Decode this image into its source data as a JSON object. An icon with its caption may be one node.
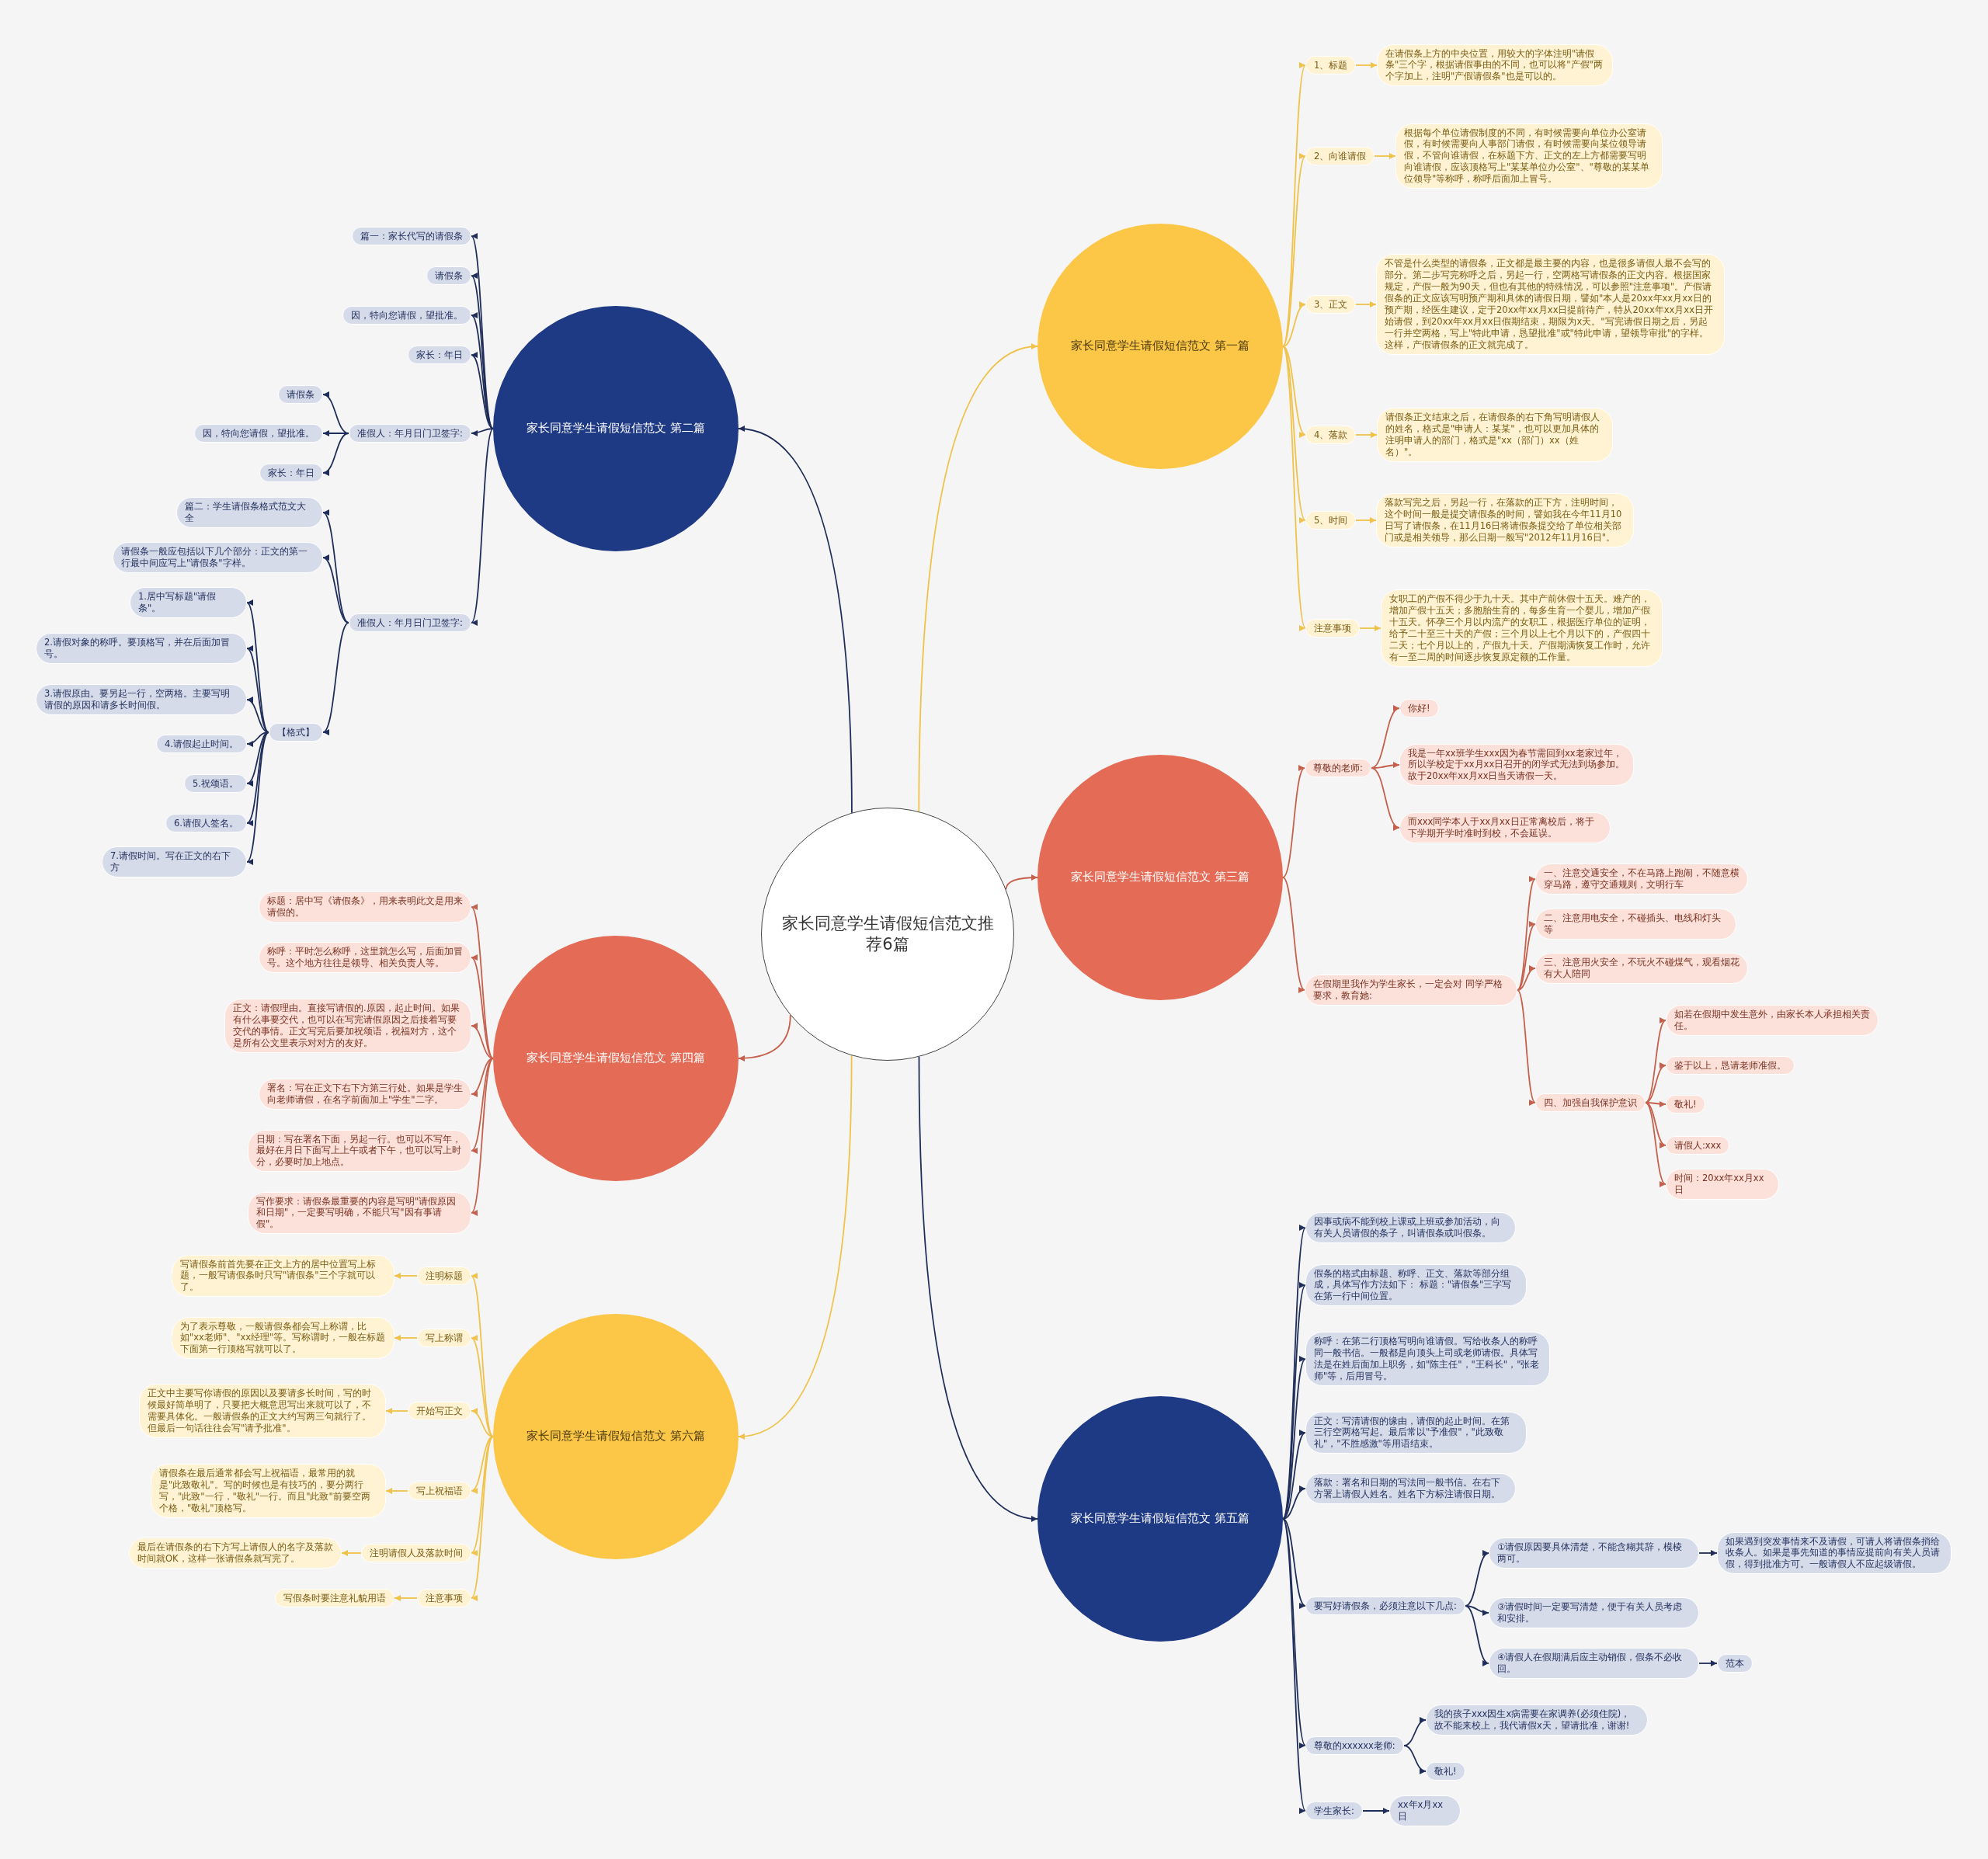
{
  "diagram": {
    "nodes": [
      {
        "text": [
          "家长同意学生请假短信范文推荐6篇"
        ]
      },
      {
        "text": [
          "家长同意学生请假短信范文 第一篇"
        ]
      },
      {
        "text": [
          "1、标题"
        ]
      },
      {
        "text": [
          "在请假条上方的中央位置，用较大的字体注明\"请假条\"三个字，根据请假事由的不同，也可以将\"产假\"两个字加上，注明\"产假请假条\"也是可以的。"
        ]
      },
      {
        "text": [
          "2、向谁请假"
        ]
      },
      {
        "text": [
          "根据每个单位请假制度的不同，有时候需要向单位办公室请假，有时候需要向人事部门请假，有时候需要向某位领导请假，不管向谁请假，在标题下方、正文的左上方都需要写明向谁请假，应该顶格写上\"某某单位办公室\"、\"尊敬的某某单位领导\"等称呼，称呼后面加上冒号。"
        ]
      },
      {
        "text": [
          "3、正文"
        ]
      },
      {
        "text": [
          "不管是什么类型的请假条，正文都是最主要的内容，也是很多请假人最不会写的部分。第二步写完称呼之后，另起一行，空两格写请假条的正文内容。根据国家规定，产假一般为90天，但也有其他的特殊情况，可以参照\"注意事项\"。产假请假条的正文应该写明预产期和具体的请假日期，譬如\"本人是20xx年xx月xx日的预产期，经医生建议，定于20xx年xx月xx日提前待产，特从20xx年xx月xx日开始请假，到20xx年xx月xx日假期结束，期限为x天。\"写完请假日期之后，另起一行并空两格，写上\"特此申请，恳望批准\"或\"特此申请，望领导审批\"的字样。这样，产假请假条的正文就完成了。"
        ]
      },
      {
        "text": [
          "4、落款"
        ]
      },
      {
        "text": [
          "请假条正文结束之后，在请假条的右下角写明请假人的姓名，格式是\"申请人：某某\"，也可以更加具体的注明申请人的部门，格式是\"xx（部门）xx（姓名）\"。"
        ]
      },
      {
        "text": [
          "5、时间"
        ]
      },
      {
        "text": [
          "落款写完之后，另起一行，在落款的正下方，注明时间，这个时间一般是提交请假条的时间，譬如我在今年11月10日写了请假条，在11月16日将请假条提交给了单位相关部门或是相关领导，那么日期一般写\"2012年11月16日\"。"
        ]
      },
      {
        "text": [
          "注意事项"
        ]
      },
      {
        "text": [
          "女职工的产假不得少于九十天。其中产前休假十五天。难产的，增加产假十五天；多胞胎生育的，每多生育一个婴儿，增加产假十五天。怀孕三个月以内流产的女职工，根据医疗单位的证明，给予二十至三十天的产假；三个月以上七个月以下的，产假四十二天；七个月以上的，产假九十天。产假期满恢复工作时，允许有一至二周的时间逐步恢复原定额的工作量。"
        ]
      },
      {
        "text": [
          "家长同意学生请假短信范文 第二篇"
        ]
      },
      {
        "text": [
          "篇一：家长代写的请假条"
        ]
      },
      {
        "text": [
          "请假条"
        ]
      },
      {
        "text": [
          "因，特向您请假，望批准。"
        ]
      },
      {
        "text": [
          "家长：年日"
        ]
      },
      {
        "text": [
          "准假人：年月日门卫签字:"
        ]
      },
      {
        "text": [
          "请假条"
        ]
      },
      {
        "text": [
          "因，特向您请假，望批准。"
        ]
      },
      {
        "text": [
          "家长：年日"
        ]
      },
      {
        "text": [
          "准假人：年月日门卫签字:"
        ]
      },
      {
        "text": [
          "篇二：学生请假条格式范文大全"
        ]
      },
      {
        "text": [
          "请假条一般应包括以下几个部分：正文的第一行最中间应写上\"请假条\"字样。"
        ]
      },
      {
        "text": [
          "【格式】"
        ]
      },
      {
        "text": [
          "1.居中写标题\"请假条\"。"
        ]
      },
      {
        "text": [
          "2.请假对象的称呼。要顶格写，并在后面加冒号。"
        ]
      },
      {
        "text": [
          "3.请假原由。要另起一行，空两格。主要写明请假的原因和请多长时间假。"
        ]
      },
      {
        "text": [
          "4.请假起止时间。"
        ]
      },
      {
        "text": [
          "5.祝颂语。"
        ]
      },
      {
        "text": [
          "6.请假人签名。"
        ]
      },
      {
        "text": [
          "7.请假时间。写在正文的右下方"
        ]
      },
      {
        "text": [
          "家长同意学生请假短信范文 第三篇"
        ]
      },
      {
        "text": [
          "尊敬的老师:"
        ]
      },
      {
        "text": [
          "你好!"
        ]
      },
      {
        "text": [
          "我是一年xx班学生xxx因为春节需回到xx老家过年，所以学校定于xx月xx日召开的闭学式无法到场参加。故于20xx年xx月xx日当天请假一天。"
        ]
      },
      {
        "text": [
          "而xxx同学本人于xx月xx日正常离校后，将于下学期开学时准时到校，不会延误。"
        ]
      },
      {
        "text": [
          "在假期里我作为学生家长，一定会对 同学严格要求，教育她:"
        ]
      },
      {
        "text": [
          "一、注意交通安全，不在马路上跑闹，不随意横穿马路，遵守交通规则，文明行车"
        ]
      },
      {
        "text": [
          "二、注意用电安全，不碰插头、电线和灯头等"
        ]
      },
      {
        "text": [
          "三、注意用火安全，不玩火不碰煤气，观看烟花有大人陪同"
        ]
      },
      {
        "text": [
          "四、加强自我保护意识"
        ]
      },
      {
        "text": [
          "如若在假期中发生意外，由家长本人承担相关责任。"
        ]
      },
      {
        "text": [
          "鉴于以上，恳请老师准假。"
        ]
      },
      {
        "text": [
          "敬礼!"
        ]
      },
      {
        "text": [
          "请假人:xxx"
        ]
      },
      {
        "text": [
          "时间：20xx年xx月xx日"
        ]
      },
      {
        "text": [
          "家长同意学生请假短信范文 第四篇"
        ]
      },
      {
        "text": [
          "标题：居中写《请假条》，用来表明此文是用来请假的。"
        ]
      },
      {
        "text": [
          "称呼：平时怎么称呼，这里就怎么写，后面加冒号。这个地方往往是领导、相关负责人等。"
        ]
      },
      {
        "text": [
          "正文：请假理由。直接写请假的.原因，起止时间。如果有什么事要交代，也可以在写完请假原因之后接着写要交代的事情。正文写完后要加祝颂语，祝福对方，这个是所有公文里表示对对方的友好。"
        ]
      },
      {
        "text": [
          "署名：写在正文下右下方第三行处。如果是学生向老师请假，在名字前面加上\"学生\"二字。"
        ]
      },
      {
        "text": [
          "日期：写在署名下面，另起一行。也可以不写年，最好在月日下面写上上午或者下午，也可以写上时分，必要时加上地点。"
        ]
      },
      {
        "text": [
          "写作要求：请假条最重要的内容是写明\"请假原因和日期\"，一定要写明确，不能只写\"因有事请假\"。"
        ]
      },
      {
        "text": [
          "家长同意学生请假短信范文 第五篇"
        ]
      },
      {
        "text": [
          "因事或病不能到校上课或上班或参加活动，向有关人员请假的条子，叫请假条或叫假条。"
        ]
      },
      {
        "text": [
          "假条的格式由标题、称呼、正文、落款等部分组成，具体写作方法如下： 标题：\"请假条\"三字写在第一行中间位置。"
        ]
      },
      {
        "text": [
          "称呼：在第二行顶格写明向谁请假。写给收条人的称呼同一般书信。一般都是向顶头上司或老师请假。具体写法是在姓后面加上职务，如\"陈主任\"，\"王科长\"，\"张老师\"等，后用冒号。"
        ]
      },
      {
        "text": [
          "正文：写清请假的缘由，请假的起止时间。在第三行空两格写起。最后常以\"予准假\"，\"此致敬礼\"，\"不胜感激\"等用语结束。"
        ]
      },
      {
        "text": [
          "落款：署名和日期的写法同一般书信。在右下方署上请假人姓名。姓名下方标注请假日期。"
        ]
      },
      {
        "text": [
          "要写好请假条，必须注意以下几点:"
        ]
      },
      {
        "text": [
          "①请假原因要具体清楚，不能含糊其辞，模棱两可。"
        ]
      },
      {
        "text": [
          "如果遇到突发事情来不及请假，可请人将请假条捎给收条人。如果是事先知道的事情应提前向有关人员请假，得到批准方可。一般请假人不应起级请假。"
        ]
      },
      {
        "text": [
          "③请假时间一定要写清楚，便于有关人员考虑和安排。"
        ]
      },
      {
        "text": [
          "④请假人在假期满后应主动销假，假条不必收回。"
        ]
      },
      {
        "text": [
          "范本"
        ]
      },
      {
        "text": [
          "尊敬的xxxxxx老师:"
        ]
      },
      {
        "text": [
          "我的孩子xxx因生x病需要在家调养(必须住院)，故不能来校上，我代请假x天，望请批准，谢谢!"
        ]
      },
      {
        "text": [
          "敬礼!"
        ]
      },
      {
        "text": [
          "学生家长:"
        ]
      },
      {
        "text": [
          "xx年x月xx日"
        ]
      },
      {
        "text": [
          "家长同意学生请假短信范文 第六篇"
        ]
      },
      {
        "text": [
          "注明标题"
        ]
      },
      {
        "text": [
          "写请假条前首先要在正文上方的居中位置写上标题，一般写请假条时只写\"请假条\"三个字就可以了。"
        ]
      },
      {
        "text": [
          "写上称谓"
        ]
      },
      {
        "text": [
          "为了表示尊敬，一般请假条都会写上称谓，比如\"xx老师\"、\"xx经理\"等。写称谓时，一般在标题下面第一行顶格写就可以了。"
        ]
      },
      {
        "text": [
          "开始写正文"
        ]
      },
      {
        "text": [
          "正文中主要写你请假的原因以及要请多长时间，写的时候最好简单明了，只要把大概意思写出来就可以了，不需要具体化。一般请假条的正文大约写两三句就行了。但最后一句话往往会写\"请予批准\"。"
        ]
      },
      {
        "text": [
          "写上祝福语"
        ]
      },
      {
        "text": [
          "请假条在最后通常都会写上祝福语，最常用的就是\"此致敬礼\"。写的时候也是有技巧的，要分两行写，\"此致\"一行，\"敬礼\"一行。而且\"此致\"前要空两个格，\"敬礼\"顶格写。"
        ]
      },
      {
        "text": [
          "注明请假人及落款时间"
        ]
      },
      {
        "text": [
          "最后在请假条的右下方写上请假人的名字及落款时间就OK，这样一张请假条就写完了。"
        ]
      },
      {
        "text": [
          "注意事项"
        ]
      },
      {
        "text": [
          "写假条时要注意礼貌用语"
        ]
      }
    ],
    "edges": [
      {
        "from": 0,
        "to": 1,
        "arrow": "to",
        "color": "#f0c24a"
      },
      {
        "from": 0,
        "to": 14,
        "arrow": "to"
      },
      {
        "from": 0,
        "to": 34,
        "arrow": "to",
        "color": "#c5604c"
      },
      {
        "from": 0,
        "to": 49,
        "arrow": "to",
        "color": "#c5604c"
      },
      {
        "from": 0,
        "to": 56,
        "arrow": "to"
      },
      {
        "from": 0,
        "to": 73,
        "arrow": "to",
        "color": "#f0c24a"
      },
      {
        "from": 1,
        "to": 2,
        "arrow": "to",
        "color": "#f0c24a"
      },
      {
        "from": 2,
        "to": 3,
        "arrow": "to",
        "color": "#f0c24a"
      },
      {
        "from": 1,
        "to": 4,
        "arrow": "to",
        "color": "#f0c24a"
      },
      {
        "from": 4,
        "to": 5,
        "arrow": "to",
        "color": "#f0c24a"
      },
      {
        "from": 1,
        "to": 6,
        "arrow": "to",
        "color": "#f0c24a"
      },
      {
        "from": 6,
        "to": 7,
        "arrow": "to",
        "color": "#f0c24a"
      },
      {
        "from": 1,
        "to": 8,
        "arrow": "to",
        "color": "#f0c24a"
      },
      {
        "from": 8,
        "to": 9,
        "arrow": "to",
        "color": "#f0c24a"
      },
      {
        "from": 1,
        "to": 10,
        "arrow": "to",
        "color": "#f0c24a"
      },
      {
        "from": 10,
        "to": 11,
        "arrow": "to",
        "color": "#f0c24a"
      },
      {
        "from": 1,
        "to": 12,
        "arrow": "to",
        "color": "#f0c24a"
      },
      {
        "from": 12,
        "to": 13,
        "arrow": "to",
        "color": "#f0c24a"
      },
      {
        "from": 14,
        "to": 15,
        "arrow": "to"
      },
      {
        "from": 14,
        "to": 16,
        "arrow": "to"
      },
      {
        "from": 14,
        "to": 17,
        "arrow": "to"
      },
      {
        "from": 14,
        "to": 18,
        "arrow": "to"
      },
      {
        "from": 14,
        "to": 19,
        "arrow": "to"
      },
      {
        "from": 19,
        "to": 20,
        "arrow": "to"
      },
      {
        "from": 19,
        "to": 21,
        "arrow": "to"
      },
      {
        "from": 19,
        "to": 22,
        "arrow": "to"
      },
      {
        "from": 14,
        "to": 23,
        "arrow": "to"
      },
      {
        "from": 23,
        "to": 24,
        "arrow": "to"
      },
      {
        "from": 23,
        "to": 25,
        "arrow": "to"
      },
      {
        "from": 23,
        "to": 26,
        "arrow": "to"
      },
      {
        "from": 26,
        "to": 27,
        "arrow": "to"
      },
      {
        "from": 26,
        "to": 28,
        "arrow": "to"
      },
      {
        "from": 26,
        "to": 29,
        "arrow": "to"
      },
      {
        "from": 26,
        "to": 30,
        "arrow": "to"
      },
      {
        "from": 26,
        "to": 31,
        "arrow": "to"
      },
      {
        "from": 26,
        "to": 32,
        "arrow": "to"
      },
      {
        "from": 26,
        "to": 33,
        "arrow": "to"
      },
      {
        "from": 34,
        "to": 35,
        "arrow": "to",
        "color": "#c5604c"
      },
      {
        "from": 35,
        "to": 36,
        "arrow": "to",
        "color": "#c5604c"
      },
      {
        "from": 35,
        "to": 37,
        "arrow": "to",
        "color": "#c5604c"
      },
      {
        "from": 35,
        "to": 38,
        "arrow": "to",
        "color": "#c5604c"
      },
      {
        "from": 34,
        "to": 39,
        "arrow": "to",
        "color": "#c5604c"
      },
      {
        "from": 39,
        "to": 40,
        "arrow": "to",
        "color": "#c5604c"
      },
      {
        "from": 39,
        "to": 41,
        "arrow": "to",
        "color": "#c5604c"
      },
      {
        "from": 39,
        "to": 42,
        "arrow": "to",
        "color": "#c5604c"
      },
      {
        "from": 39,
        "to": 43,
        "arrow": "to",
        "color": "#c5604c"
      },
      {
        "from": 43,
        "to": 44,
        "arrow": "to",
        "color": "#c5604c"
      },
      {
        "from": 43,
        "to": 45,
        "arrow": "to",
        "color": "#c5604c"
      },
      {
        "from": 43,
        "to": 46,
        "arrow": "to",
        "color": "#c5604c"
      },
      {
        "from": 43,
        "to": 47,
        "arrow": "to",
        "color": "#c5604c"
      },
      {
        "from": 43,
        "to": 48,
        "arrow": "to",
        "color": "#c5604c"
      },
      {
        "from": 49,
        "to": 50,
        "arrow": "to",
        "color": "#c5604c"
      },
      {
        "from": 49,
        "to": 51,
        "arrow": "to",
        "color": "#c5604c"
      },
      {
        "from": 49,
        "to": 52,
        "arrow": "to",
        "color": "#c5604c"
      },
      {
        "from": 49,
        "to": 53,
        "arrow": "to",
        "color": "#c5604c"
      },
      {
        "from": 49,
        "to": 54,
        "arrow": "to",
        "color": "#c5604c"
      },
      {
        "from": 49,
        "to": 55,
        "arrow": "to",
        "color": "#c5604c"
      },
      {
        "from": 56,
        "to": 57,
        "arrow": "to"
      },
      {
        "from": 56,
        "to": 58,
        "arrow": "to"
      },
      {
        "from": 56,
        "to": 59,
        "arrow": "to"
      },
      {
        "from": 56,
        "to": 60,
        "arrow": "to"
      },
      {
        "from": 56,
        "to": 61,
        "arrow": "to"
      },
      {
        "from": 56,
        "to": 62,
        "arrow": "to"
      },
      {
        "from": 62,
        "to": 63,
        "arrow": "to"
      },
      {
        "from": 63,
        "to": 64,
        "arrow": "to"
      },
      {
        "from": 62,
        "to": 65,
        "arrow": "to"
      },
      {
        "from": 62,
        "to": 66,
        "arrow": "to"
      },
      {
        "from": 66,
        "to": 67,
        "arrow": "to"
      },
      {
        "from": 56,
        "to": 68,
        "arrow": "to"
      },
      {
        "from": 68,
        "to": 69,
        "arrow": "to"
      },
      {
        "from": 68,
        "to": 70,
        "arrow": "to"
      },
      {
        "from": 56,
        "to": 71,
        "arrow": "to"
      },
      {
        "from": 71,
        "to": 72,
        "arrow": "to"
      },
      {
        "from": 73,
        "to": 74,
        "arrow": "to",
        "color": "#f0c24a"
      },
      {
        "from": 74,
        "to": 75,
        "arrow": "to",
        "color": "#f0c24a"
      },
      {
        "from": 73,
        "to": 76,
        "arrow": "to",
        "color": "#f0c24a"
      },
      {
        "from": 76,
        "to": 77,
        "arrow": "to",
        "color": "#f0c24a"
      },
      {
        "from": 73,
        "to": 78,
        "arrow": "to",
        "color": "#f0c24a"
      },
      {
        "from": 78,
        "to": 79,
        "arrow": "to",
        "color": "#f0c24a"
      },
      {
        "from": 73,
        "to": 80,
        "arrow": "to",
        "color": "#f0c24a"
      },
      {
        "from": 80,
        "to": 81,
        "arrow": "to",
        "color": "#f0c24a"
      },
      {
        "from": 73,
        "to": 82,
        "arrow": "to",
        "color": "#f0c24a"
      },
      {
        "from": 82,
        "to": 83,
        "arrow": "to",
        "color": "#f0c24a"
      },
      {
        "from": 73,
        "to": 84,
        "arrow": "to",
        "color": "#f0c24a"
      },
      {
        "from": 84,
        "to": 85,
        "arrow": "to",
        "color": "#f0c24a"
      }
    ]
  }
}
